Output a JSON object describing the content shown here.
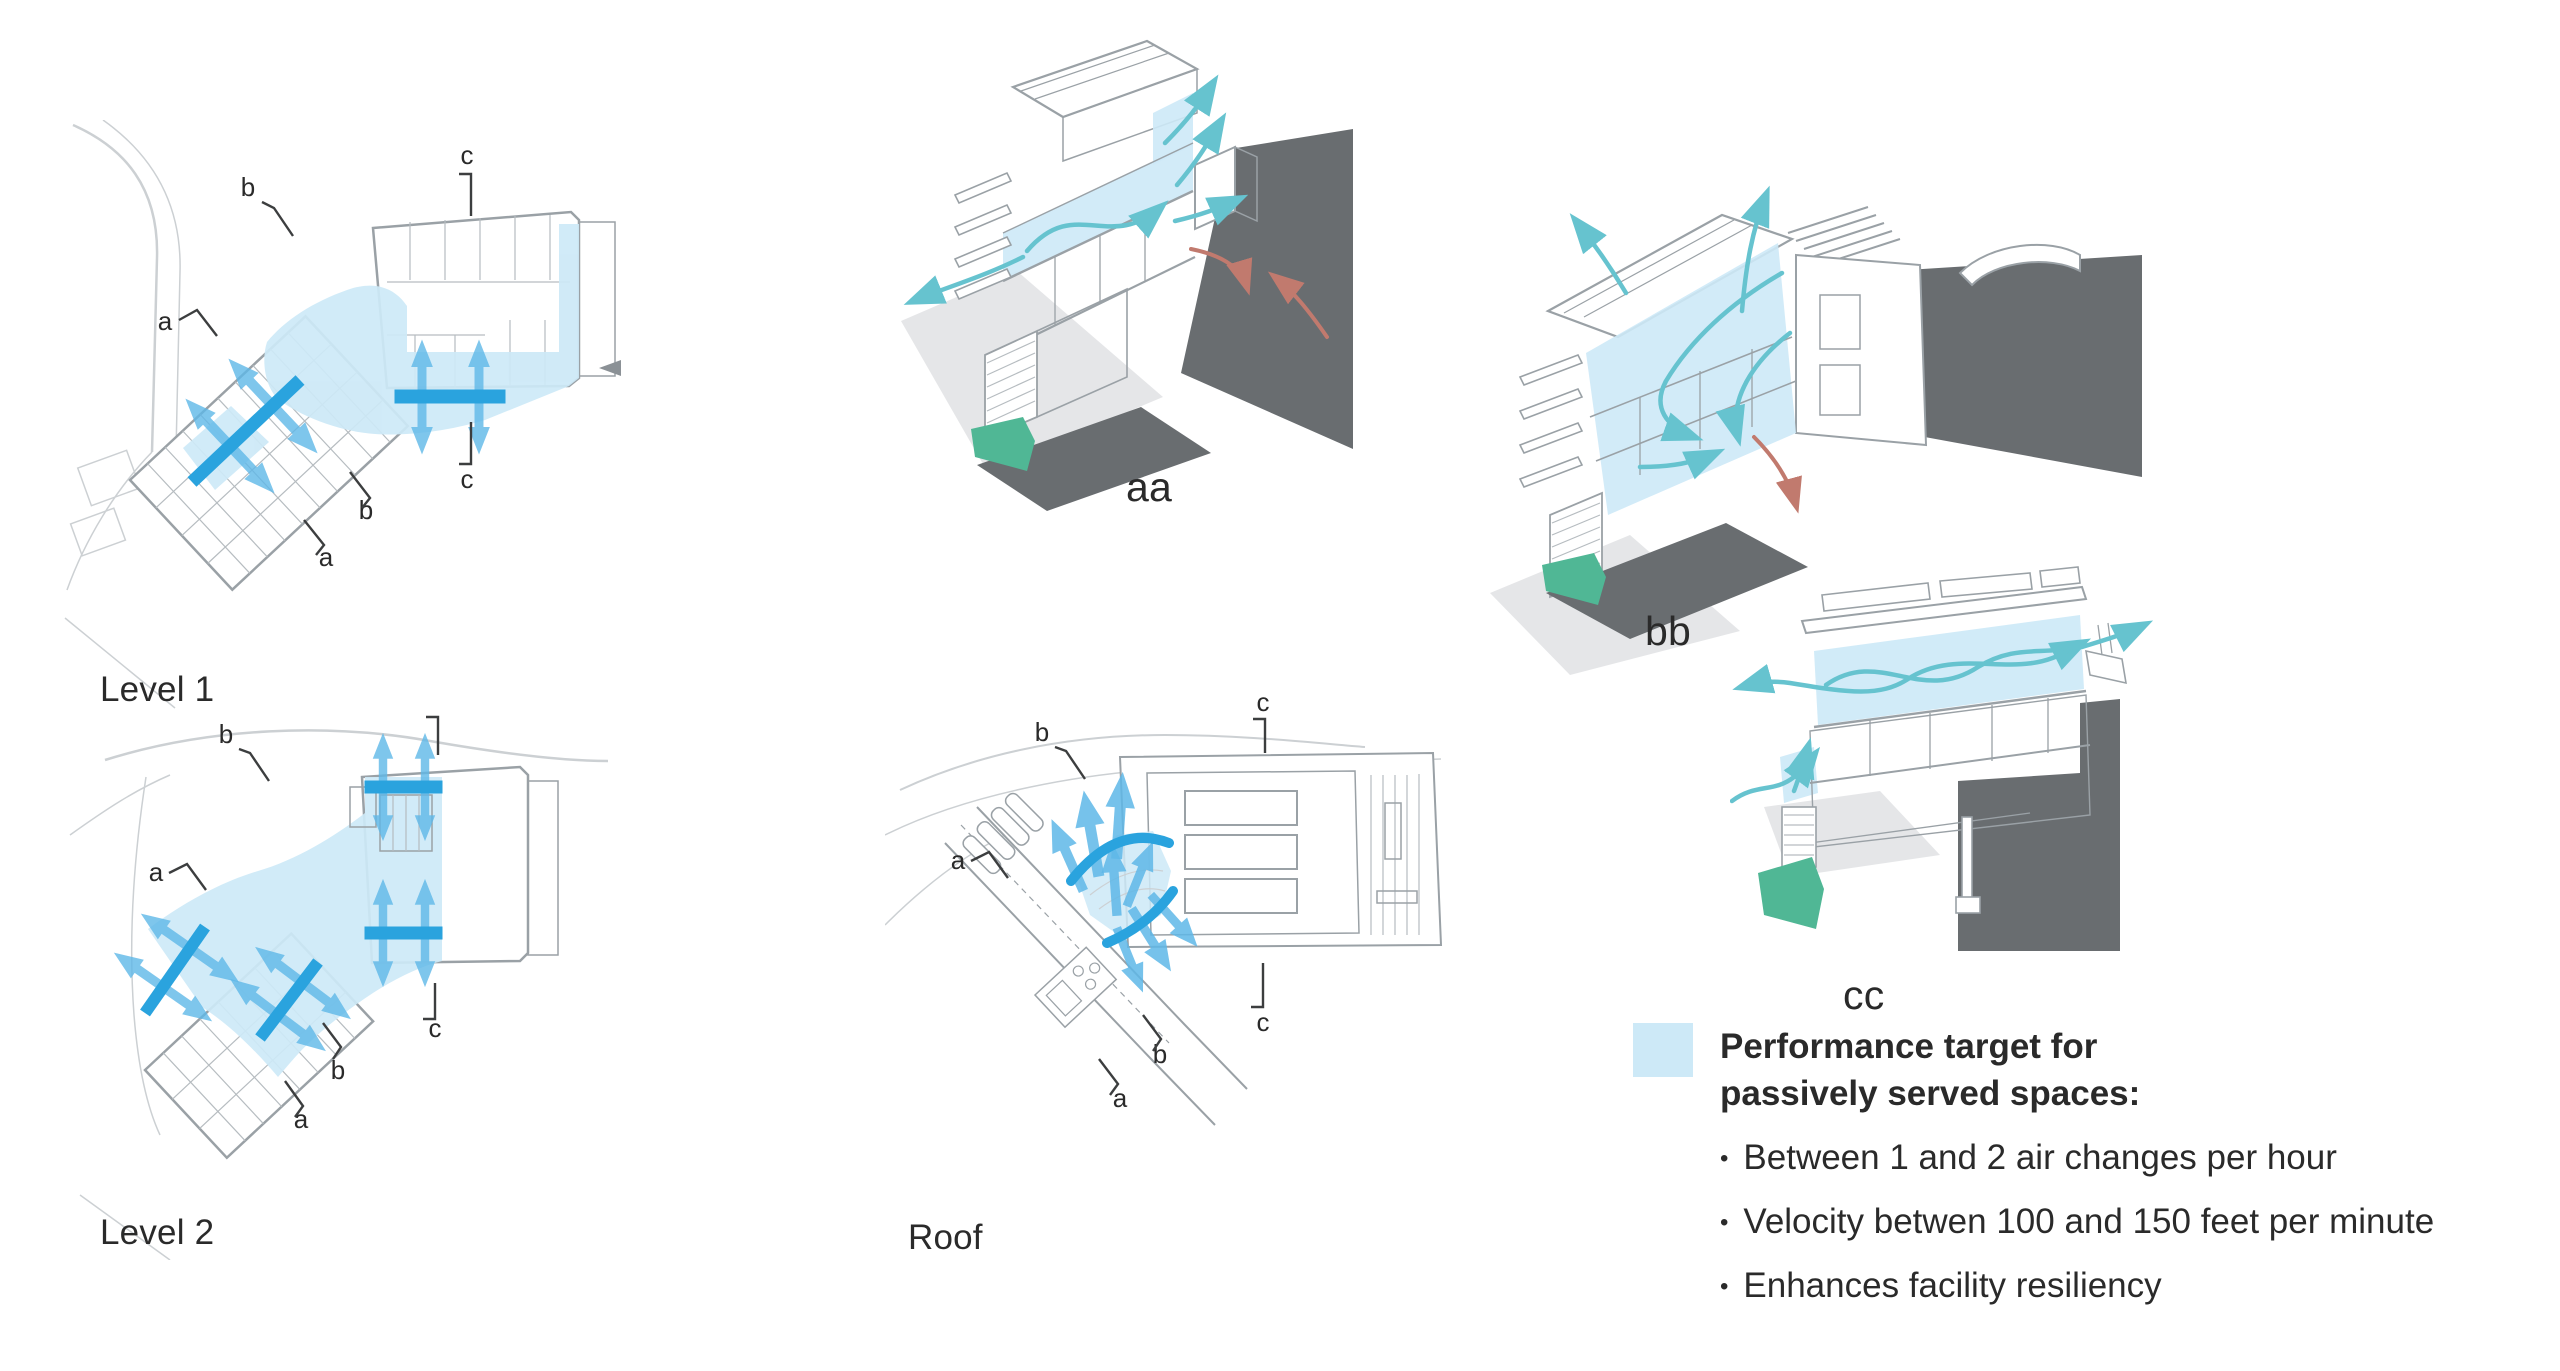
{
  "colors": {
    "highlight": "#cde9f7",
    "bar_blue": "#2aa3de",
    "arrow_blue": "#5fb8e8",
    "flow_teal": "#66c3cf",
    "cut_gray": "#696d70",
    "ground_green": "#50b795",
    "return_red": "#c17a6e",
    "plan_gray": "#9aa1a6",
    "plan_light": "#ccd0d3",
    "marker_line": "#3c3e3f",
    "text": "#2a2a2a"
  },
  "plans": [
    {
      "id": "level1",
      "label": "Level 1",
      "markers": {
        "a": "a",
        "b": "b",
        "c": "c"
      }
    },
    {
      "id": "level2",
      "label": "Level 2",
      "markers": {
        "a": "a",
        "b": "b",
        "c": "c"
      }
    },
    {
      "id": "roof",
      "label": "Roof",
      "markers": {
        "a": "a",
        "b": "b",
        "c": "c"
      }
    }
  ],
  "sections": [
    {
      "id": "aa",
      "label": "aa"
    },
    {
      "id": "bb",
      "label": "bb"
    },
    {
      "id": "cc",
      "label": "cc"
    }
  ],
  "legend": {
    "swatch": "highlight-blue",
    "title_lines": [
      "Performance target for",
      "passively served spaces:"
    ],
    "bullet_char": "•",
    "bullets": [
      "Between 1 and 2 air changes per hour",
      "Velocity betwen 100 and 150 feet per minute",
      "Enhances facility resiliency"
    ]
  }
}
